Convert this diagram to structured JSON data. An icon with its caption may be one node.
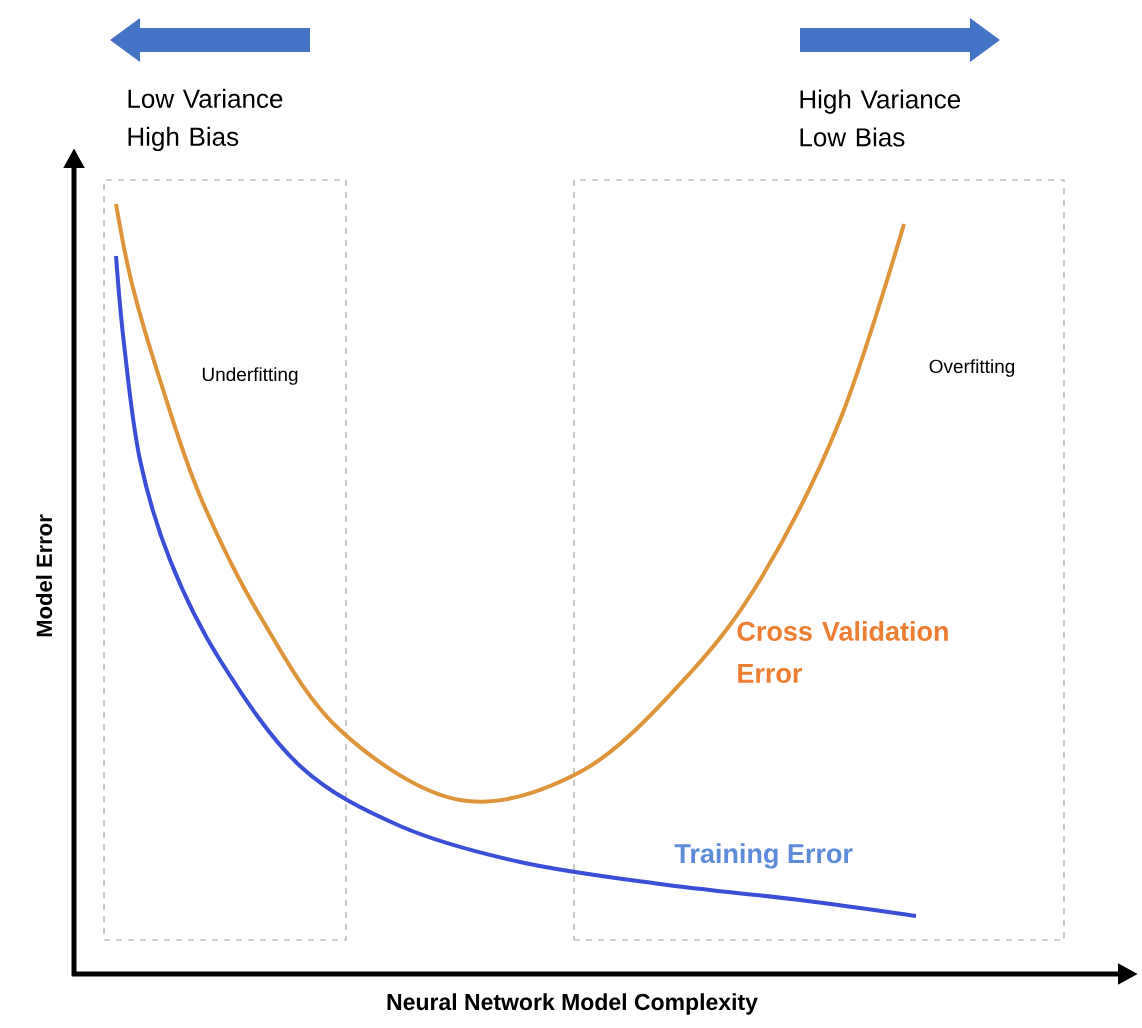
{
  "diagram": {
    "nodes": [
      {
        "text": [
          "Underfitting"
        ]
      },
      {
        "text": [
          "Overfitting"
        ]
      }
    ],
    "labels": [
      "Low Variance High Bias",
      "High Variance Low Bias",
      "Model Error",
      "Cross Validation Error",
      "Training Error",
      "Neural Network Model Complexity"
    ]
  }
}
